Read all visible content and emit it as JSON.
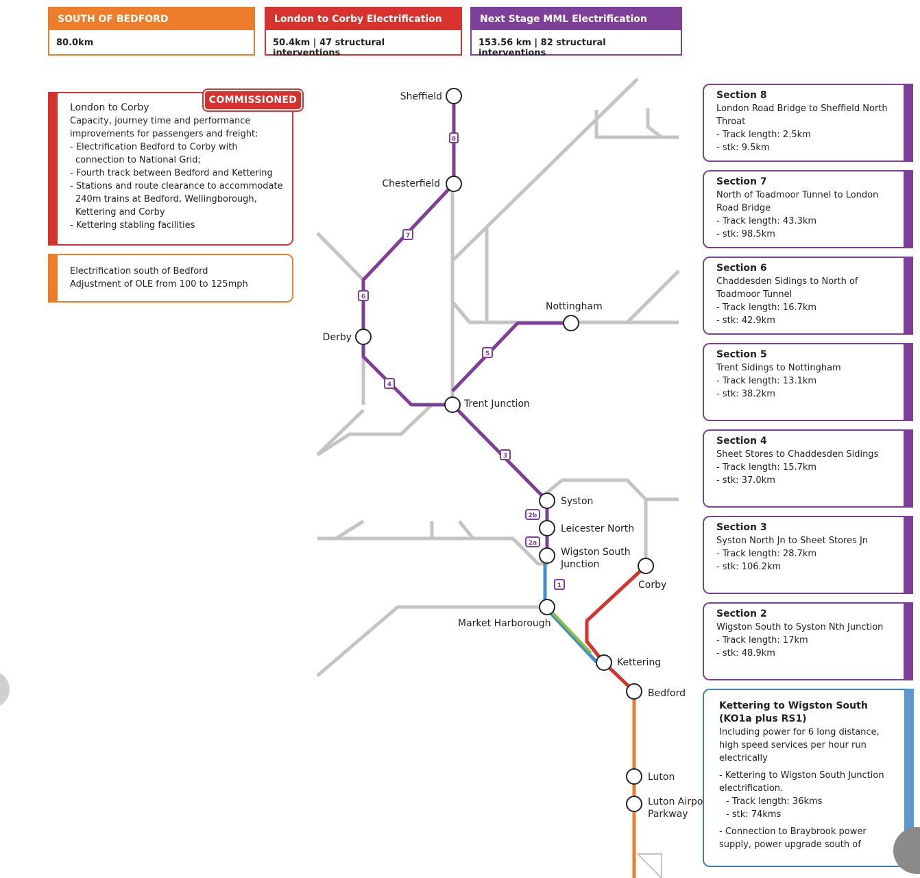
{
  "header": {
    "south": {
      "title": "SOUTH OF BEDFORD",
      "value": "80.0km"
    },
    "corby": {
      "title": "London to Corby Electrification",
      "value": "50.4km | 47 structural interventions"
    },
    "mml": {
      "title": "Next Stage MML Electrification",
      "value": "153.56 km | 82 structural interventions"
    }
  },
  "left": {
    "corby_box": {
      "badge": "COMMISSIONED",
      "title": "London to Corby",
      "desc": "Capacity, journey time and performance improvements for passengers and freight:",
      "items": [
        "Electrification Bedford to Corby with connection to National Grid;",
        "Fourth track between Bedford and Kettering",
        "Stations and route clearance to accommodate 240m trains at Bedford, Wellingborough, Kettering and Corby",
        "Kettering stabling facilities"
      ]
    },
    "bedford_box": {
      "title": "Electrification south of Bedford",
      "desc": "Adjustment of OLE from 100 to 125mph"
    }
  },
  "sections": [
    {
      "title": "Section 8",
      "desc": "London Road Bridge to Sheffield North Throat",
      "track": "- Track length: 2.5km",
      "stk": "- stk: 9.5km"
    },
    {
      "title": "Section 7",
      "desc": "North of Toadmoor Tunnel to London Road Bridge",
      "track": "- Track length: 43.3km",
      "stk": "- stk: 98.5km"
    },
    {
      "title": "Section 6",
      "desc": "Chaddesden Sidings to North of Toadmoor Tunnel",
      "track": "- Track length: 16.7km",
      "stk": "- stk: 42.9km"
    },
    {
      "title": "Section 5",
      "desc": "Trent Sidings to Nottingham",
      "track": "- Track length: 13.1km",
      "stk": "- stk: 38.2km"
    },
    {
      "title": "Section 4",
      "desc": "Sheet Stores to Chaddesden Sidings",
      "track": "- Track length: 15.7km",
      "stk": "- stk: 37.0km"
    },
    {
      "title": "Section 3",
      "desc": "Syston North Jn to Sheet Stores Jn",
      "track": "- Track length: 28.7km",
      "stk": "- stk: 106.2km"
    },
    {
      "title": "Section 2",
      "desc": "Wigston South to Syston Nth Junction",
      "track": "- Track length: 17km",
      "stk": "- stk: 48.9km"
    }
  ],
  "kettering_box": {
    "title": "Kettering to Wigston South (KO1a plus RS1)",
    "desc": "Including power for 6 long distance, high speed services per hour run electrically",
    "item1": "- Kettering to Wigston South Junction electrification.",
    "track": "- Track length: 36kms",
    "stk": "- stk: 74kms",
    "item2": "- Connection to Braybrook power supply, power upgrade south of"
  },
  "stations": {
    "sheffield": "Sheffield",
    "chesterfield": "Chesterfield",
    "nottingham": "Nottingham",
    "derby": "Derby",
    "trent_junction": "Trent Junction",
    "syston": "Syston",
    "leicester_north": "Leicester North",
    "wigston_1": "Wigston South",
    "wigston_2": "Junction",
    "corby": "Corby",
    "market_harborough": "Market Harborough",
    "kettering": "Kettering",
    "bedford": "Bedford",
    "luton": "Luton",
    "luton_airport_1": "Luton Airpo",
    "luton_airport_2": "Parkway"
  },
  "section_badges": {
    "s8": "8",
    "s7": "7",
    "s6": "6",
    "s5": "5",
    "s4": "4",
    "s3": "3",
    "s2b": "2b",
    "s2a": "2a",
    "s1": "1"
  },
  "colors": {
    "orange": "#ee7d2b",
    "red": "#d8322c",
    "purple": "#7e3f98",
    "blue": "#3f8fc8",
    "green": "#8dbf3f",
    "grey": "#c4c4c4"
  }
}
